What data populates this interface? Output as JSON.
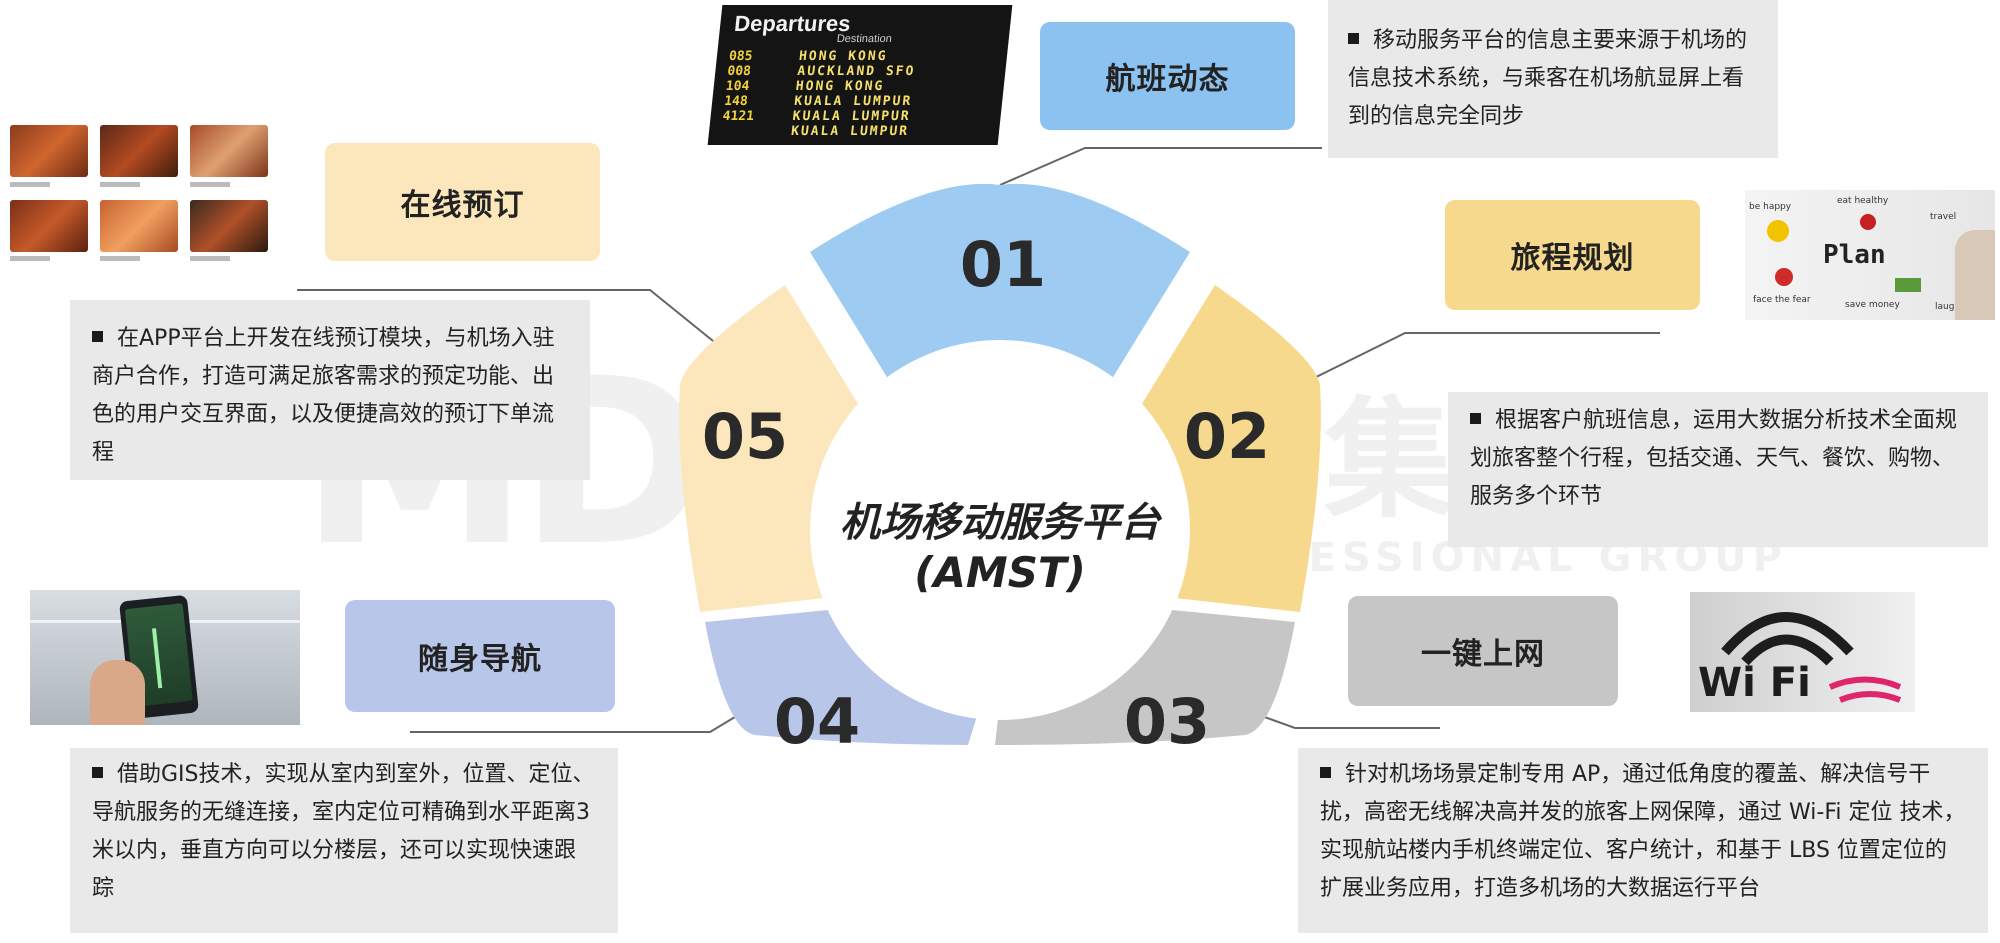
{
  "center": {
    "title": "机场移动服务平台",
    "subtitle": "(AMST)"
  },
  "watermark": {
    "logo": "MD",
    "cn": "中大咨询集团",
    "en": "MANAGEMENT PROFESSIONAL GROUP"
  },
  "segments": [
    {
      "num": "01",
      "label": "航班动态",
      "color": "#9ecbf2",
      "label_color": "#8cc2f0",
      "desc": "移动服务平台的信息主要来源于机场的信息技术系统，与乘客在机场航显屏上看到的信息完全同步"
    },
    {
      "num": "02",
      "label": "旅程规划",
      "color": "#f6d98c",
      "label_color": "#f6d98c",
      "desc": "根据客户航班信息，运用大数据分析技术全面规划旅客整个行程，包括交通、天气、餐饮、购物、服务多个环节"
    },
    {
      "num": "03",
      "label": "一键上网",
      "color": "#c6c6c6",
      "label_color": "#c6c6c6",
      "desc": "针对机场场景定制专用 AP，通过低角度的覆盖、解决信号干扰，高密无线解决高并发的旅客上网保障，通过 Wi-Fi 定位 技术，实现航站楼内手机终端定位、客户统计，和基于 LBS 位置定位的扩展业务应用，打造多机场的大数据运行平台"
    },
    {
      "num": "04",
      "label": "随身导航",
      "color": "#b8c6ea",
      "label_color": "#b8c6ea",
      "desc": "借助GIS技术，实现从室内到室外，位置、定位、导航服务的无缝连接，室内定位可精确到水平距离3米以内，垂直方向可以分楼层，还可以实现快速跟踪"
    },
    {
      "num": "05",
      "label": "在线预订",
      "color": "#fbe7bb",
      "label_color": "#fbe7bb",
      "desc": "在APP平台上开发在线预订模块，与机场入驻商户合作，打造可满足旅客需求的预定功能、出色的用户交互界面，以及便捷高效的预订下单流程"
    }
  ],
  "images": {
    "departures_title": "Departures",
    "departures_sub": "Destination",
    "departures_rows": [
      {
        "code": "085",
        "city": "HONG KONG"
      },
      {
        "code": "008",
        "city": "AUCKLAND SFO"
      },
      {
        "code": "104",
        "city": "HONG KONG"
      },
      {
        "code": "148",
        "city": "KUALA LUMPUR"
      },
      {
        "code": "4121",
        "city": "KUALA LUMPUR"
      },
      {
        "code": "",
        "city": "KUALA LUMPUR"
      }
    ],
    "plan_title": "Plan",
    "plan_notes": [
      "be happy",
      "eat healthy",
      "travel",
      "face the fear",
      "save money",
      "laugh"
    ],
    "wifi_text": "Wi Fi"
  }
}
